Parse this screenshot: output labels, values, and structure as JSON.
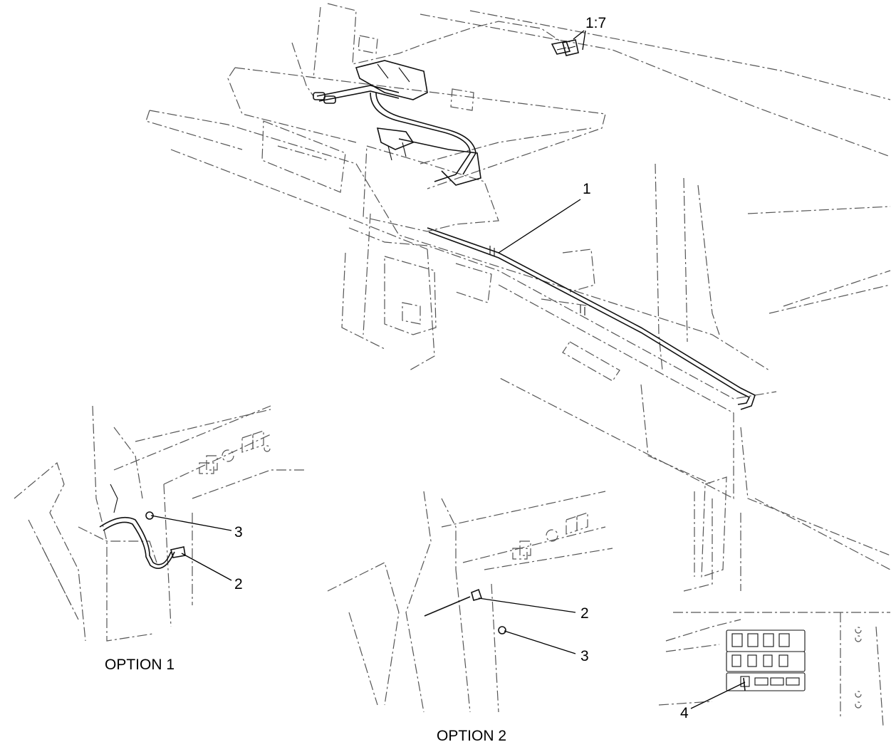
{
  "callouts": {
    "c1_7": "1:7",
    "c1": "1",
    "opt1_c3": "3",
    "opt1_c2": "2",
    "opt2_c2": "2",
    "opt2_c3": "3",
    "c4": "4"
  },
  "captions": {
    "option1": "OPTION 1",
    "option2": "OPTION 2"
  },
  "colors": {
    "line": "#111111",
    "phantom": "#555555",
    "background": "#ffffff"
  }
}
